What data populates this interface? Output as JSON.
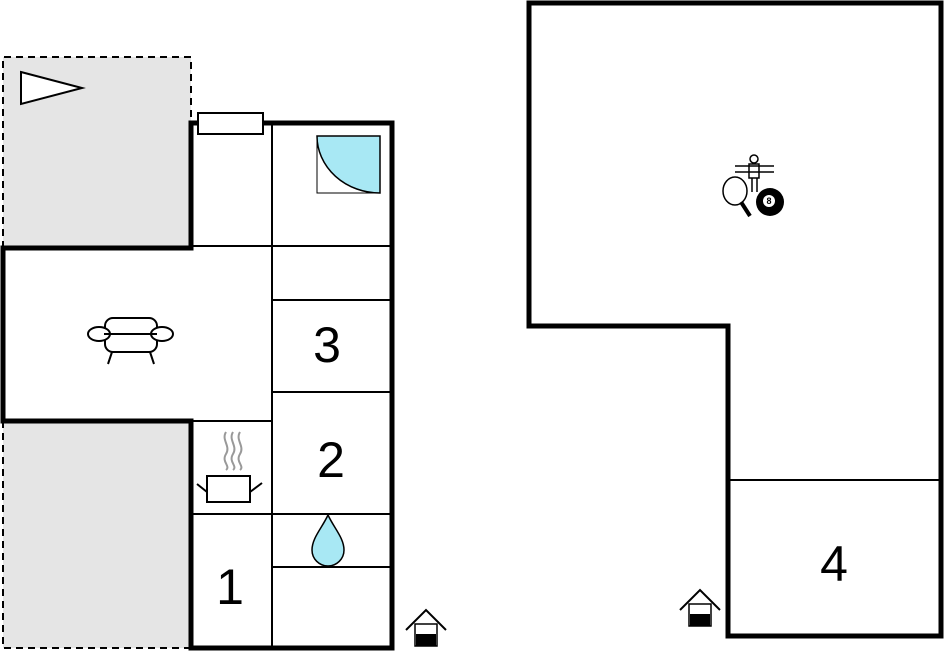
{
  "rooms": {
    "room_1": "1",
    "room_2": "2",
    "room_3": "3",
    "room_4": "4"
  },
  "icons": {
    "terrace": "terrace-flag-icon",
    "sofa": "sofa-icon",
    "shower": "shower-icon",
    "kitchen": "cooking-pot-icon",
    "bathroom": "water-drop-icon",
    "entrance": "entrance-house-icon",
    "games": "games-icon",
    "billiard": "billiard-ball-icon"
  },
  "billiard_ball_number": "8",
  "colors": {
    "wall": "#000000",
    "terrace_fill": "#e5e5e5",
    "water": "#a8e8f4"
  }
}
